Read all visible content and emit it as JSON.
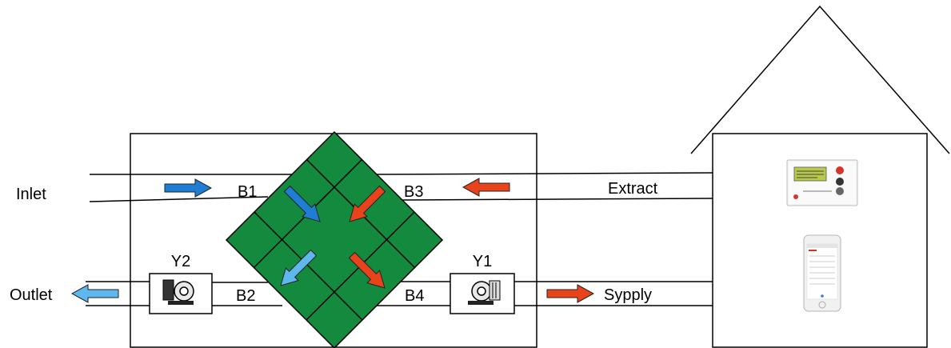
{
  "labels": {
    "inlet": "Inlet",
    "outlet": "Outlet",
    "extract": "Extract",
    "supply": "Sypply",
    "b1": "B1",
    "b2": "B2",
    "b3": "B3",
    "b4": "B4",
    "y1": "Y1",
    "y2": "Y2"
  },
  "colors": {
    "exchanger_green": "#138a3d",
    "cold_air_dark": "#1e7ed6",
    "cold_air_light": "#5fb7ef",
    "warm_air": "#e8431b",
    "line": "#000000"
  }
}
